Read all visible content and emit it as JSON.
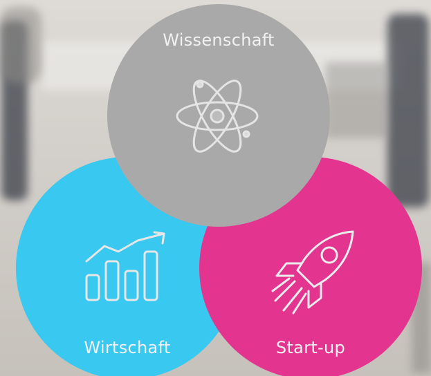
{
  "background": {
    "description_icon": "blurred-office-photo"
  },
  "circles": {
    "science": {
      "label": "Wissenschaft",
      "color": "#a9a9a9",
      "icon": "atom-icon"
    },
    "business": {
      "label": "Wirtschaft",
      "color": "#38c8f0",
      "icon": "growth-chart-icon"
    },
    "startup": {
      "label": "Start-up",
      "color": "#e3358f",
      "icon": "rocket-icon"
    }
  }
}
